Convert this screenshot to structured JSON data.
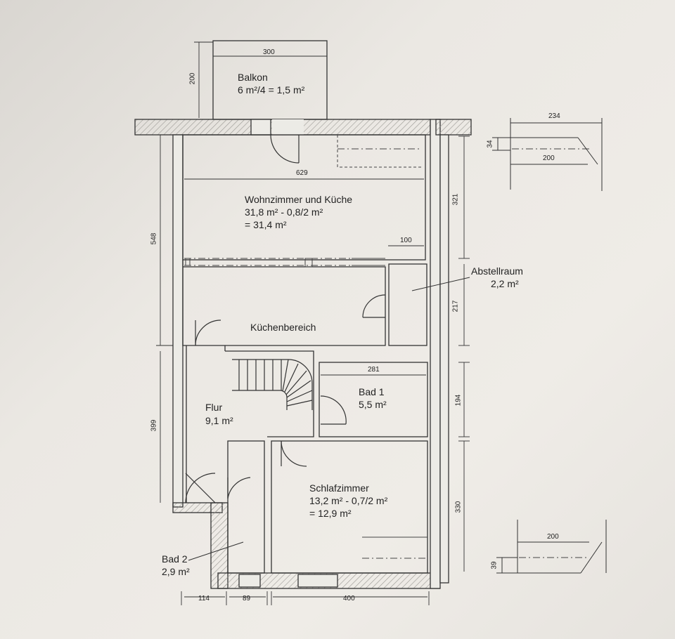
{
  "rooms": {
    "balkon": {
      "name": "Balkon",
      "area": "6 m²/4 = 1,5 m²"
    },
    "wohnzimmer": {
      "name": "Wohnzimmer und Küche",
      "area1": "31,8 m² - 0,8/2 m²",
      "area2": "= 31,4 m²"
    },
    "kuechenbereich": {
      "name": "Küchenbereich"
    },
    "abstellraum": {
      "name": "Abstellraum",
      "area": "2,2 m²"
    },
    "flur": {
      "name": "Flur",
      "area": "9,1 m²"
    },
    "bad1": {
      "name": "Bad 1",
      "area": "5,5 m²"
    },
    "schlafzimmer": {
      "name": "Schlafzimmer",
      "area1": "13,2 m² - 0,7/2 m²",
      "area2": "= 12,9 m²"
    },
    "bad2": {
      "name": "Bad 2",
      "area": "2,9 m²"
    }
  },
  "dimensions": {
    "balkon_width": "300",
    "balkon_depth": "200",
    "wohn_width": "629",
    "left_upper": "548",
    "left_lower": "399",
    "kitchen_counter": "100",
    "bad1_width": "281",
    "right_321": "321",
    "right_217": "217",
    "right_194": "194",
    "right_330": "330",
    "bottom_114": "114",
    "bottom_89": "89",
    "bottom_400": "400",
    "detail_top_234": "234",
    "detail_top_34": "34",
    "detail_top_200": "200",
    "detail_bottom_200": "200",
    "detail_bottom_39": "39"
  }
}
